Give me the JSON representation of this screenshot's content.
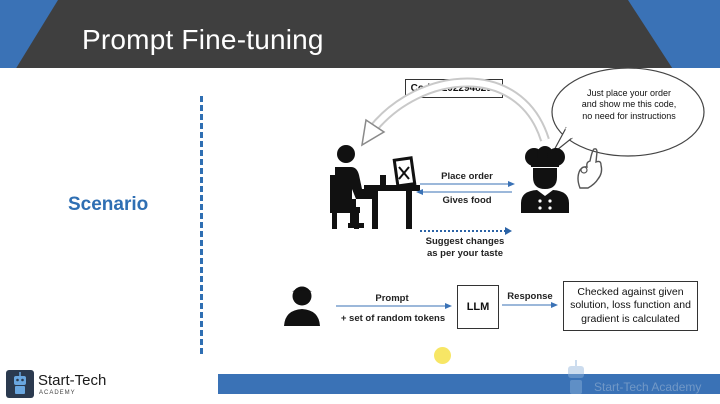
{
  "header": {
    "title": "Prompt Fine-tuning"
  },
  "left": {
    "scenario_label": "Scenario"
  },
  "restaurant": {
    "code_label": "Code: 1022948294",
    "speech_text": "Just place your order and show me this code, no need for instructions",
    "place_order": "Place order",
    "gives_food": "Gives food",
    "suggest_changes": "Suggest changes as per your taste"
  },
  "pipeline": {
    "prompt_label": "Prompt",
    "tokens_label": "+ set of random tokens",
    "llm_label": "LLM",
    "response_label": "Response",
    "result_text": "Checked against given solution, loss function and gradient is calculated"
  },
  "footer": {
    "brand_main": "Start-Tech",
    "brand_sub": "ACADEMY",
    "watermark_text": "Start-Tech Academy"
  },
  "colors": {
    "accent_blue": "#3a72b6",
    "header_dark": "#3f3f3f",
    "scenario_blue": "#2f6fb3"
  }
}
